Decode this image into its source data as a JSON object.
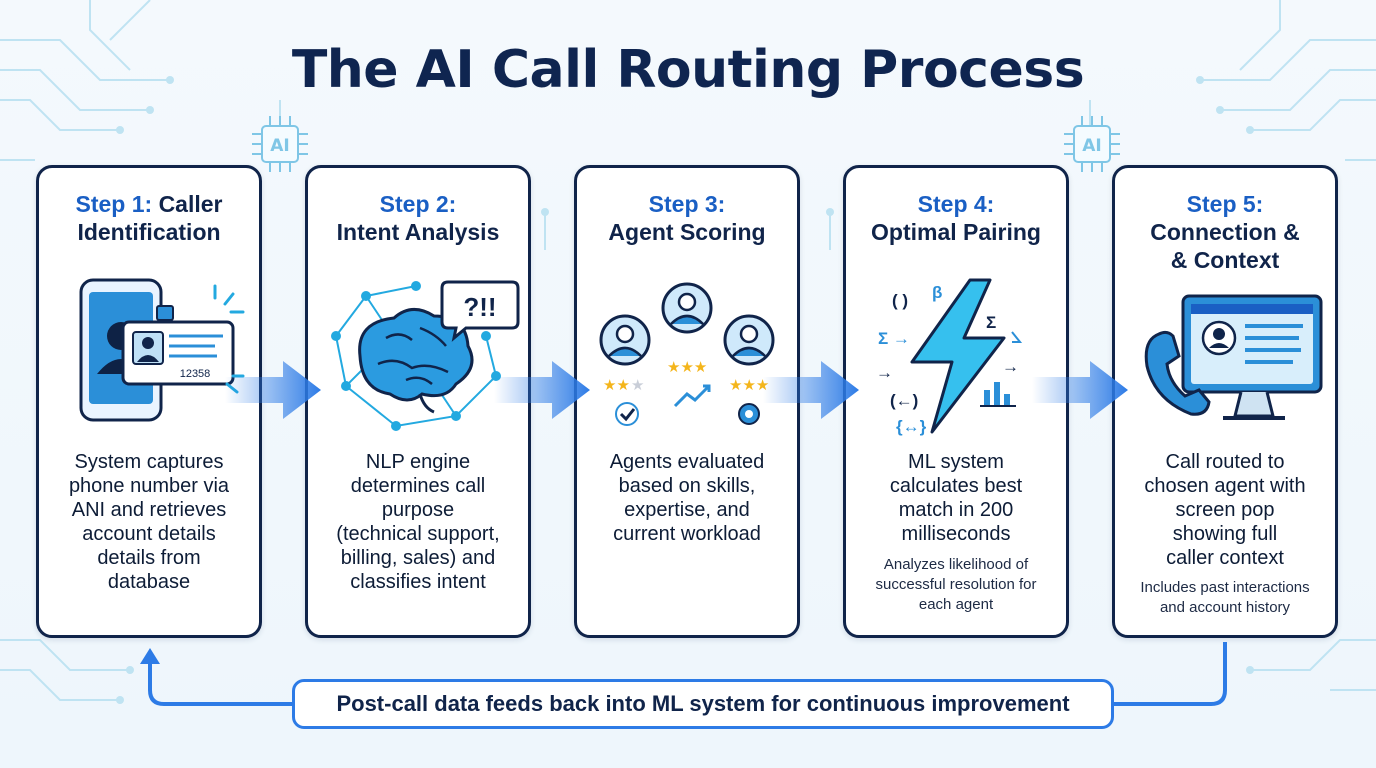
{
  "title": "The AI Call Routing Process",
  "chip_label": "AI",
  "steps": [
    {
      "num": "Step 1:",
      "name": "Caller Identification",
      "name_l1": "Caller",
      "name_l2": "Identification",
      "desc_lines": [
        "System captures",
        "phone number via",
        "ANI and retrieves",
        "account details",
        "details from",
        "database"
      ],
      "badge": "12358"
    },
    {
      "num": "Step 2:",
      "name": "Intent Analysis",
      "desc_lines": [
        "NLP engine",
        "determines call",
        "purpose",
        "(technical support,",
        "billing, sales) and",
        "classifies intent"
      ],
      "bubble": "?!!"
    },
    {
      "num": "Step 3:",
      "name": "Agent Scoring",
      "desc_lines": [
        "Agents evaluated",
        "based on skills,",
        "expertise, and",
        "current workload"
      ]
    },
    {
      "num": "Step 4:",
      "name": "Optimal Pairing",
      "desc_lines": [
        "ML system",
        "calculates best",
        "match in 200",
        "milliseconds"
      ],
      "note_lines": [
        "Analyzes likelihood of",
        "successful resolution for",
        "each agent"
      ],
      "glyphs": [
        "( )",
        "β",
        "Σ",
        "Σ →",
        "→",
        "→",
        "(←)",
        "{↔}"
      ]
    },
    {
      "num": "Step 5:",
      "name": "Connection & & Context",
      "name_l1": "Connection &",
      "name_l2": "& Context",
      "desc_lines": [
        "Call routed to",
        "chosen agent with",
        "screen pop",
        "showing full",
        "caller context"
      ],
      "note_lines": [
        "Includes past interactions",
        "and account history"
      ]
    }
  ],
  "feedback": "Post-call data feeds back into ML system for continuous improvement",
  "colors": {
    "navy": "#10244a",
    "accent": "#1a5fc4",
    "cyan": "#23a9e0",
    "star": "#f4b51b",
    "arrow": "#2d7be6"
  }
}
